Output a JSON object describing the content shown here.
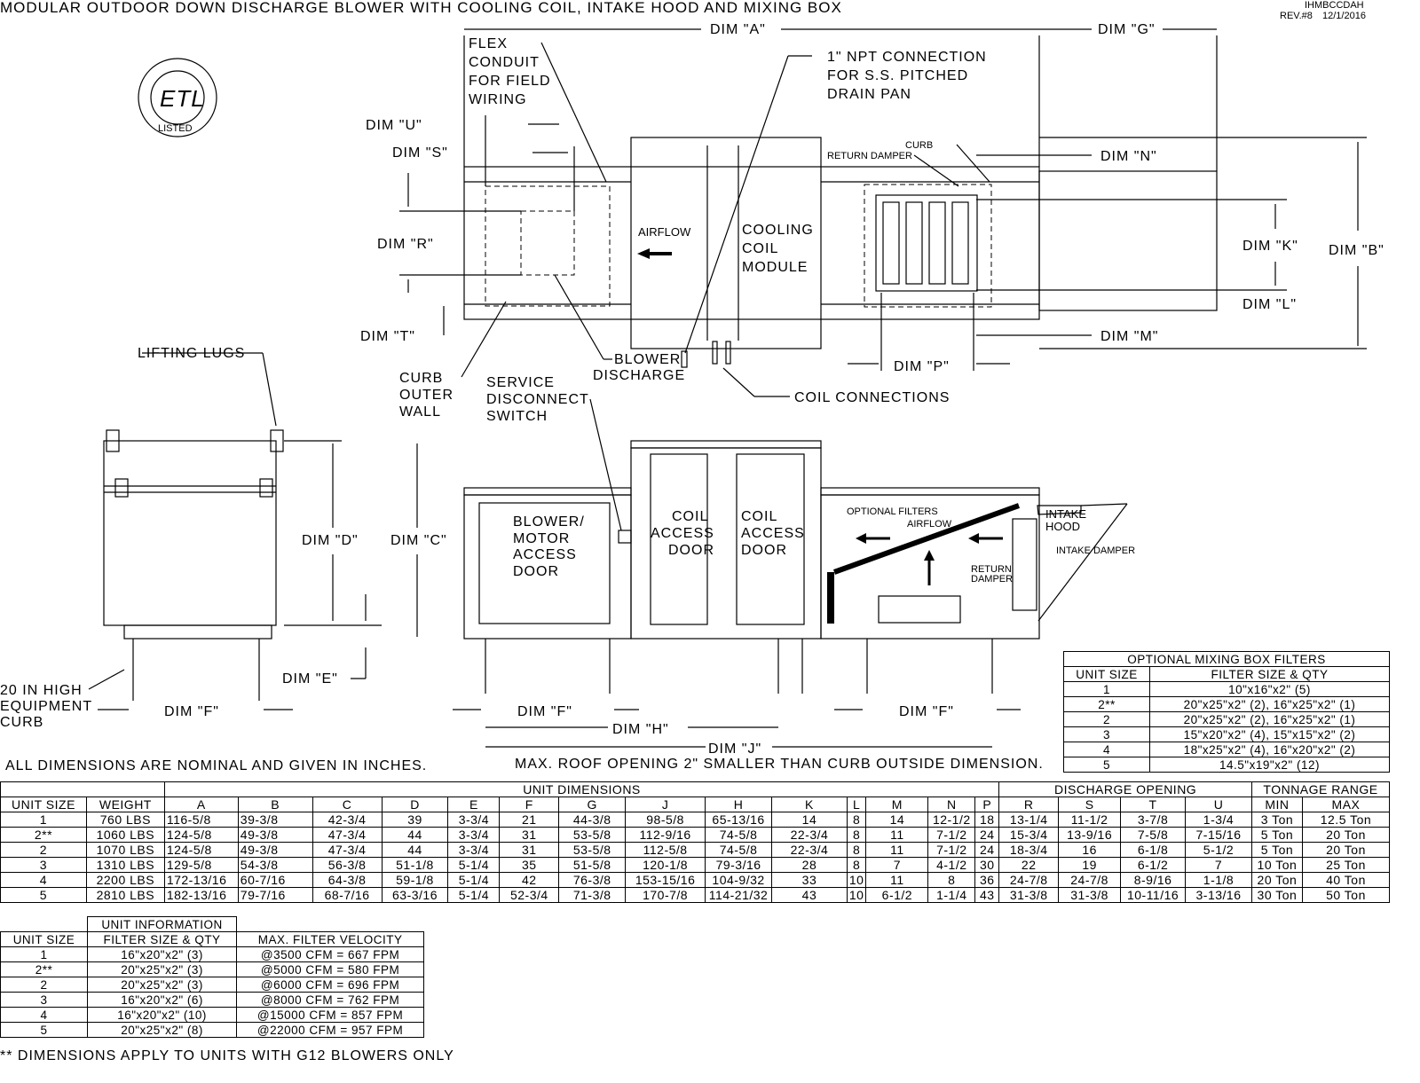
{
  "title": "MODULAR OUTDOOR DOWN DISCHARGE BLOWER WITH COOLING COIL, INTAKE HOOD AND MIXING BOX",
  "drawing_id": "IHMBCCDAH",
  "revision": "REV.#8",
  "date": "12/1/2016",
  "logo_text": "ETL LISTED",
  "labels": {
    "dim_a": "DIM \"A\"",
    "dim_g": "DIM \"G\"",
    "dim_u": "DIM \"U\"",
    "dim_s": "DIM \"S\"",
    "dim_r": "DIM \"R\"",
    "dim_t": "DIM \"T\"",
    "dim_n": "DIM \"N\"",
    "dim_k": "DIM \"K\"",
    "dim_b": "DIM \"B\"",
    "dim_l": "DIM \"L\"",
    "dim_m": "DIM \"M\"",
    "dim_p": "DIM \"P\"",
    "dim_d": "DIM \"D\"",
    "dim_c": "DIM \"C\"",
    "dim_e": "DIM \"E\"",
    "dim_f": "DIM \"F\"",
    "dim_h": "DIM \"H\"",
    "dim_j": "DIM \"J\"",
    "flex1": "FLEX",
    "flex2": "CONDUIT",
    "flex3": "FOR FIELD",
    "flex4": "WIRING",
    "npt1": "1\" NPT CONNECTION",
    "npt2": "FOR S.S. PITCHED",
    "npt3": "DRAIN PAN",
    "airflow": "AIRFLOW",
    "cc1": "COOLING",
    "cc2": "COIL",
    "cc3": "MODULE",
    "curb": "CURB",
    "return_damper": "RETURN DAMPER",
    "blower1": "BLOWER",
    "blower2": "DISCHARGE",
    "coil_conn": "COIL CONNECTIONS",
    "curb_outer1": "CURB",
    "curb_outer2": "OUTER",
    "curb_outer3": "WALL",
    "svc1": "SERVICE",
    "svc2": "DISCONNECT",
    "svc3": "SWITCH",
    "lifting": "LIFTING LUGS",
    "bm1": "BLOWER/",
    "bm2": "MOTOR",
    "bm3": "ACCESS",
    "bm4": "DOOR",
    "ca1": "COIL",
    "ca2": "ACCESS",
    "ca3": "DOOR",
    "optional_filters": "OPTIONAL FILTERS",
    "airflow2": "AIRFLOW",
    "ret1": "RETURN",
    "ret2": "DAMPER",
    "hood1": "INTAKE",
    "hood2": "HOOD",
    "intake_damper": "INTAKE DAMPER",
    "curb20_1": "20 IN HIGH",
    "curb20_2": "EQUIPMENT",
    "curb20_3": "CURB"
  },
  "notes": {
    "nominal": "ALL DIMENSIONS ARE NOMINAL AND GIVEN IN INCHES.",
    "roof": "MAX. ROOF OPENING 2\" SMALLER THAN CURB OUTSIDE DIMENSION.",
    "footnote": "** DIMENSIONS APPLY TO UNITS WITH G12 BLOWERS ONLY"
  },
  "mixing_filters": {
    "title": "OPTIONAL MIXING BOX FILTERS",
    "headers": [
      "UNIT SIZE",
      "FILTER SIZE & QTY"
    ],
    "rows": [
      [
        "1",
        "10\"x16\"x2\" (5)"
      ],
      [
        "2**",
        "20\"x25\"x2\" (2), 16\"x25\"x2\" (1)"
      ],
      [
        "2",
        "20\"x25\"x2\" (2), 16\"x25\"x2\" (1)"
      ],
      [
        "3",
        "15\"x20\"x2\" (4), 15\"x15\"x2\" (2)"
      ],
      [
        "4",
        "18\"x25\"x2\" (4), 16\"x20\"x2\" (2)"
      ],
      [
        "5",
        "14.5\"x19\"x2\" (12)"
      ]
    ]
  },
  "dimensions_table": {
    "group_unit": "UNIT DIMENSIONS",
    "group_discharge": "DISCHARGE OPENING",
    "group_tonnage": "TONNAGE RANGE",
    "headers": [
      "UNIT SIZE",
      "WEIGHT",
      "A",
      "B",
      "C",
      "D",
      "E",
      "F",
      "G",
      "J",
      "H",
      "K",
      "L",
      "M",
      "N",
      "P",
      "R",
      "S",
      "T",
      "U",
      "MIN",
      "MAX"
    ],
    "rows": [
      [
        "1",
        "760 LBS",
        "116-5/8",
        "39-3/8",
        "42-3/4",
        "39",
        "3-3/4",
        "21",
        "44-3/8",
        "98-5/8",
        "65-13/16",
        "14",
        "8",
        "14",
        "12-1/2",
        "18",
        "13-1/4",
        "11-1/2",
        "3-7/8",
        "1-3/4",
        "3 Ton",
        "12.5 Ton"
      ],
      [
        "2**",
        "1060 LBS",
        "124-5/8",
        "49-3/8",
        "47-3/4",
        "44",
        "3-3/4",
        "31",
        "53-5/8",
        "112-9/16",
        "74-5/8",
        "22-3/4",
        "8",
        "11",
        "7-1/2",
        "24",
        "15-3/4",
        "13-9/16",
        "7-5/8",
        "7-15/16",
        "5 Ton",
        "20 Ton"
      ],
      [
        "2",
        "1070 LBS",
        "124-5/8",
        "49-3/8",
        "47-3/4",
        "44",
        "3-3/4",
        "31",
        "53-5/8",
        "112-5/8",
        "74-5/8",
        "22-3/4",
        "8",
        "11",
        "7-1/2",
        "24",
        "18-3/4",
        "16",
        "6-1/8",
        "5-1/2",
        "5 Ton",
        "20 Ton"
      ],
      [
        "3",
        "1310 LBS",
        "129-5/8",
        "54-3/8",
        "56-3/8",
        "51-1/8",
        "5-1/4",
        "35",
        "51-5/8",
        "120-1/8",
        "79-3/16",
        "28",
        "8",
        "7",
        "4-1/2",
        "30",
        "22",
        "19",
        "6-1/2",
        "7",
        "10 Ton",
        "25 Ton"
      ],
      [
        "4",
        "2200 LBS",
        "172-13/16",
        "60-7/16",
        "64-3/8",
        "59-1/8",
        "5-1/4",
        "42",
        "76-3/8",
        "153-15/16",
        "104-9/32",
        "33",
        "10",
        "11",
        "8",
        "36",
        "24-7/8",
        "24-7/8",
        "8-9/16",
        "1-1/8",
        "20 Ton",
        "40 Ton"
      ],
      [
        "5",
        "2810 LBS",
        "182-13/16",
        "79-7/16",
        "68-7/16",
        "63-3/16",
        "5-1/4",
        "52-3/4",
        "71-3/8",
        "170-7/8",
        "114-21/32",
        "43",
        "10",
        "6-1/2",
        "1-1/4",
        "43",
        "31-3/8",
        "31-3/8",
        "10-11/16",
        "3-13/16",
        "30 Ton",
        "50 Ton"
      ]
    ]
  },
  "unit_info": {
    "title": "UNIT INFORMATION",
    "headers": [
      "UNIT SIZE",
      "FILTER SIZE & QTY",
      "MAX. FILTER VELOCITY"
    ],
    "rows": [
      [
        "1",
        "16\"x20\"x2\" (3)",
        "@3500 CFM = 667 FPM"
      ],
      [
        "2**",
        "20\"x25\"x2\" (3)",
        "@5000 CFM = 580 FPM"
      ],
      [
        "2",
        "20\"x25\"x2\" (3)",
        "@6000 CFM = 696 FPM"
      ],
      [
        "3",
        "16\"x20\"x2\" (6)",
        "@8000 CFM = 762 FPM"
      ],
      [
        "4",
        "16\"x20\"x2\" (10)",
        "@15000 CFM = 857 FPM"
      ],
      [
        "5",
        "20\"x25\"x2\" (8)",
        "@22000 CFM = 957 FPM"
      ]
    ]
  }
}
